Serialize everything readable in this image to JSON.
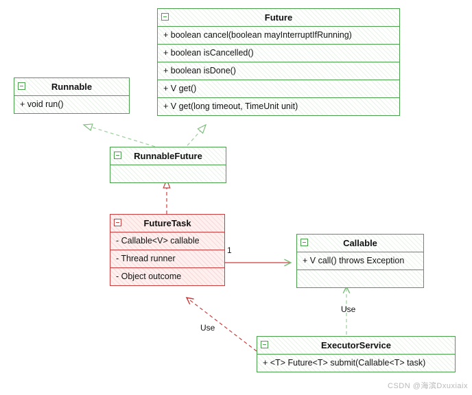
{
  "diagram": {
    "type": "uml-class-diagram",
    "classes": [
      {
        "id": "future",
        "name": "Future",
        "color": "green",
        "members": [
          "+ boolean cancel(boolean mayInterruptIfRunning)",
          "+ boolean isCancelled()",
          "+ boolean isDone()",
          "+ V get()",
          "+ V get(long timeout, TimeUnit unit)"
        ]
      },
      {
        "id": "runnable",
        "name": "Runnable",
        "color": "green",
        "members": [
          "+ void run()"
        ]
      },
      {
        "id": "runnablefuture",
        "name": "RunnableFuture",
        "color": "green",
        "members": []
      },
      {
        "id": "futuretask",
        "name": "FutureTask",
        "color": "red",
        "members": [
          "- Callable<V> callable",
          "- Thread runner",
          "- Object outcome"
        ]
      },
      {
        "id": "callable",
        "name": "Callable",
        "color": "green",
        "members": [
          "+ V call() throws Exception"
        ]
      },
      {
        "id": "executorservice",
        "name": "ExecutorService",
        "color": "green",
        "members": [
          "+ <T> Future<T> submit(Callable<T> task)"
        ]
      }
    ],
    "edge_labels": [
      {
        "id": "multiplicity-one",
        "text": "1"
      },
      {
        "id": "use-futuretask-executorservice",
        "text": "Use"
      },
      {
        "id": "use-executorservice-callable",
        "text": "Use"
      }
    ],
    "watermark": "CSDN @海滨Dxuxiaix"
  }
}
